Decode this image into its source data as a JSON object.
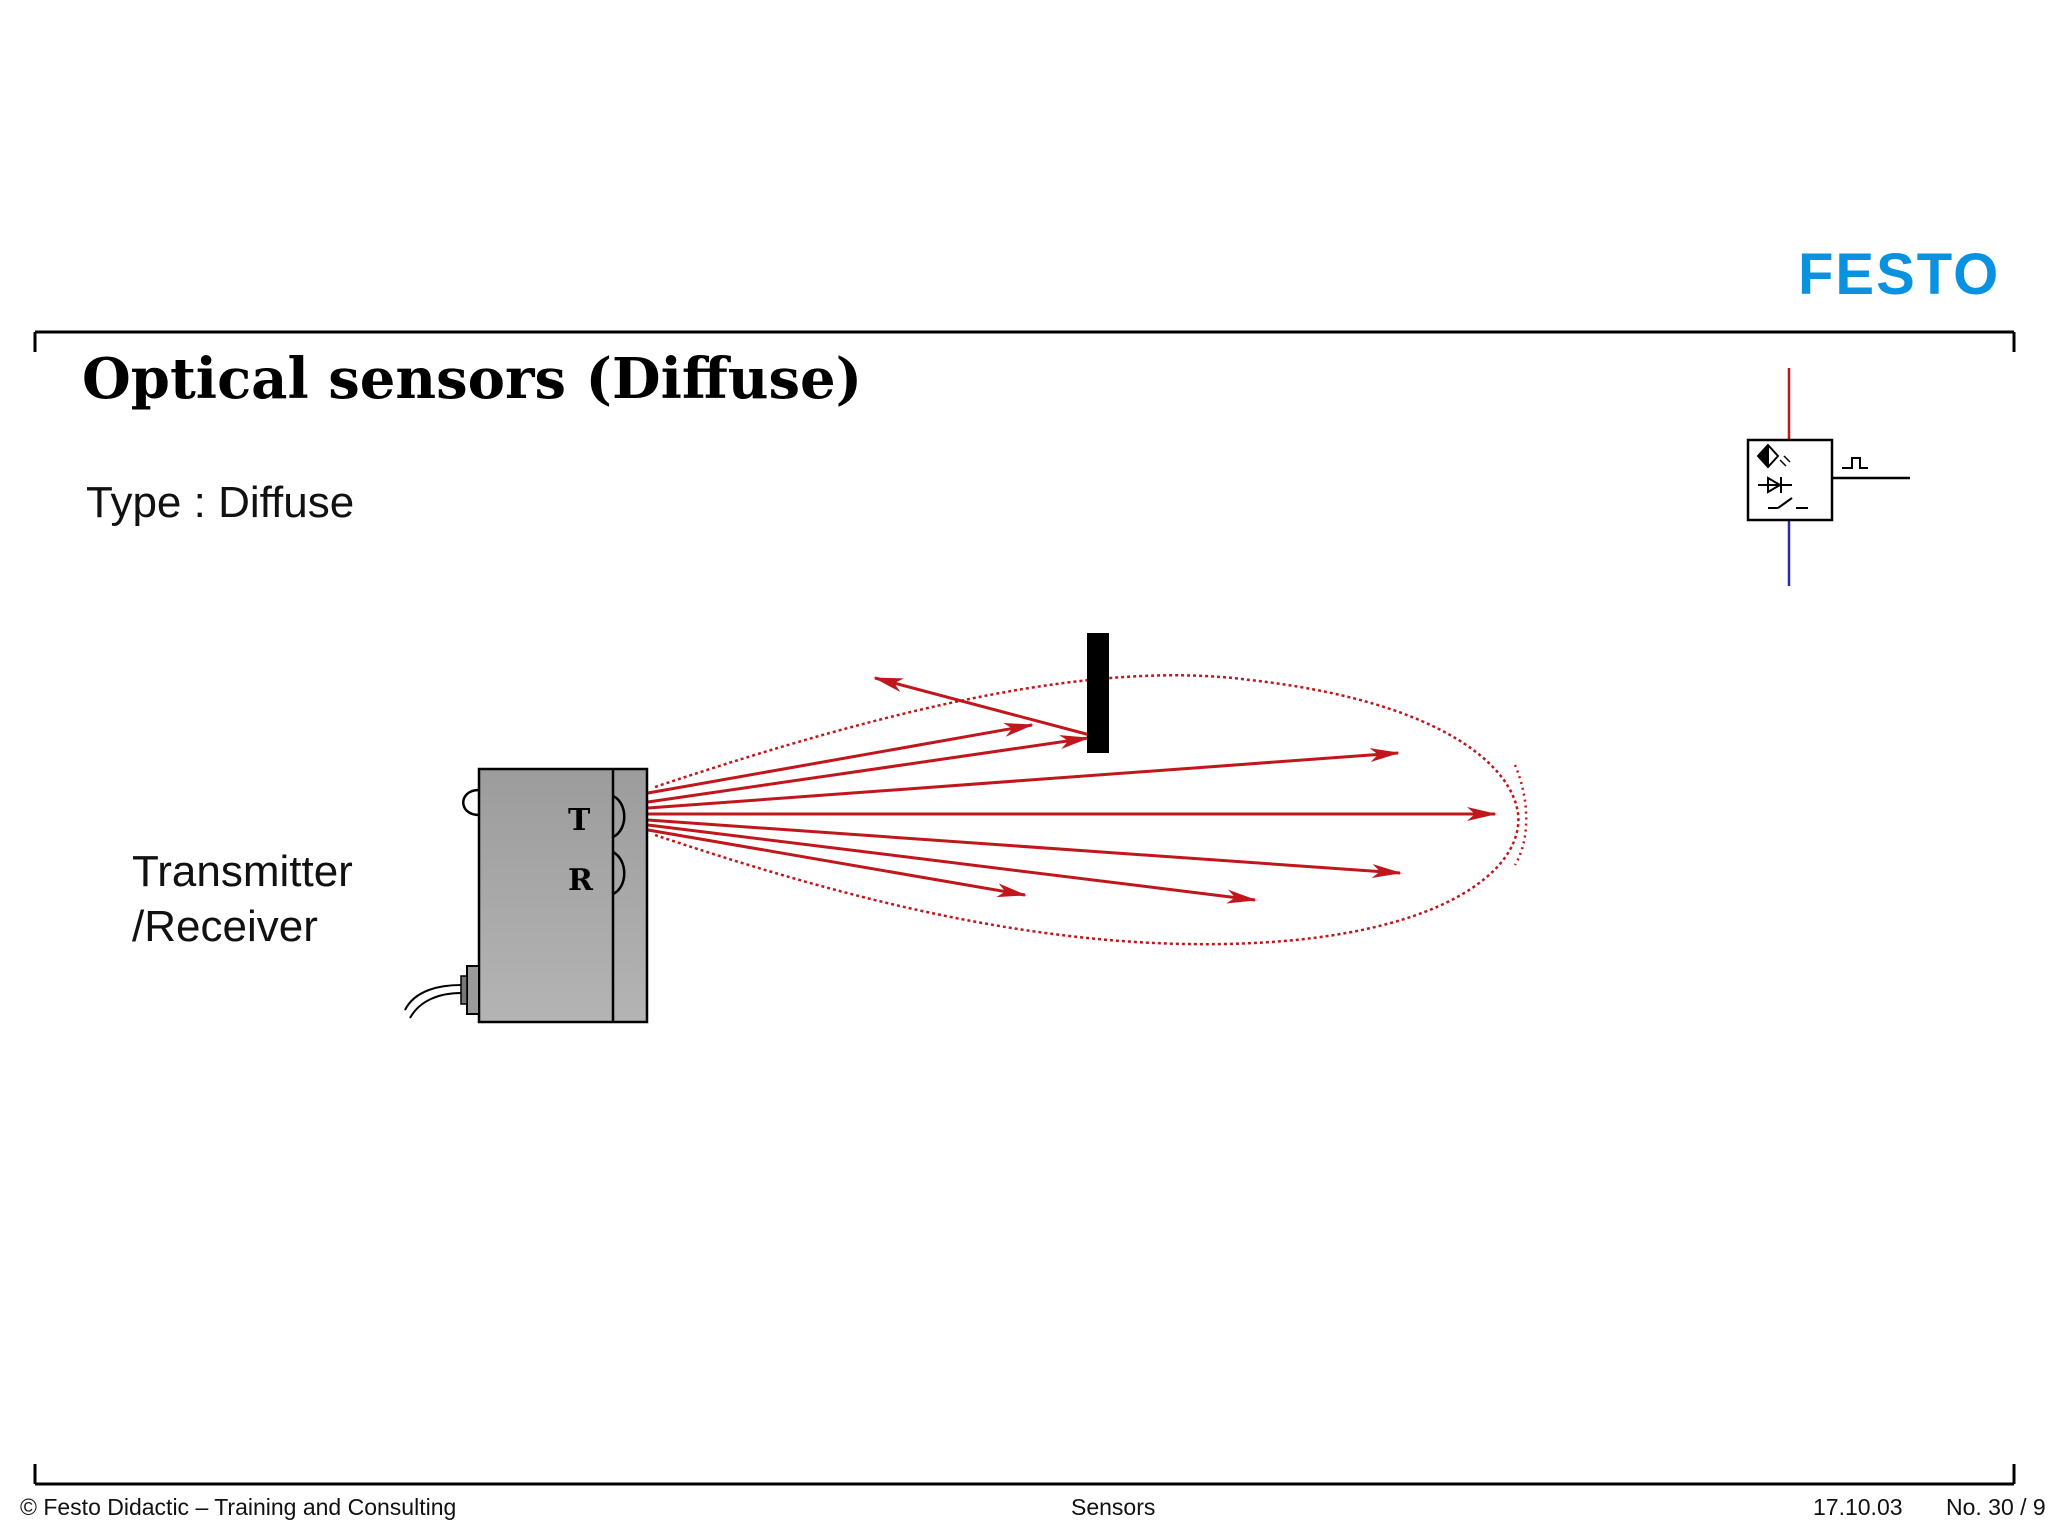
{
  "header": {
    "logo": "FESTO",
    "logo_color": "#0a91e0"
  },
  "title": "Optical sensors (Diffuse)",
  "subtitle": "Type : Diffuse",
  "diagram": {
    "device_label_line1": "Transmitter",
    "device_label_line2": "/Receiver",
    "transmitter_letter": "T",
    "receiver_letter": "R",
    "beam_color": "#c0161c",
    "device_color": "#a3a3a3",
    "symbol": {
      "top_wire_color": "#c0161c",
      "bottom_wire_color": "#2a2ab0",
      "icons": [
        "diamond-sensor-icon",
        "diode-icon",
        "switch-icon",
        "pulse-output-icon"
      ]
    }
  },
  "footer": {
    "copyright": "© Festo Didactic – Training and Consulting",
    "topic": "Sensors",
    "date": "17.10.03",
    "page": "No. 30 / 9"
  }
}
